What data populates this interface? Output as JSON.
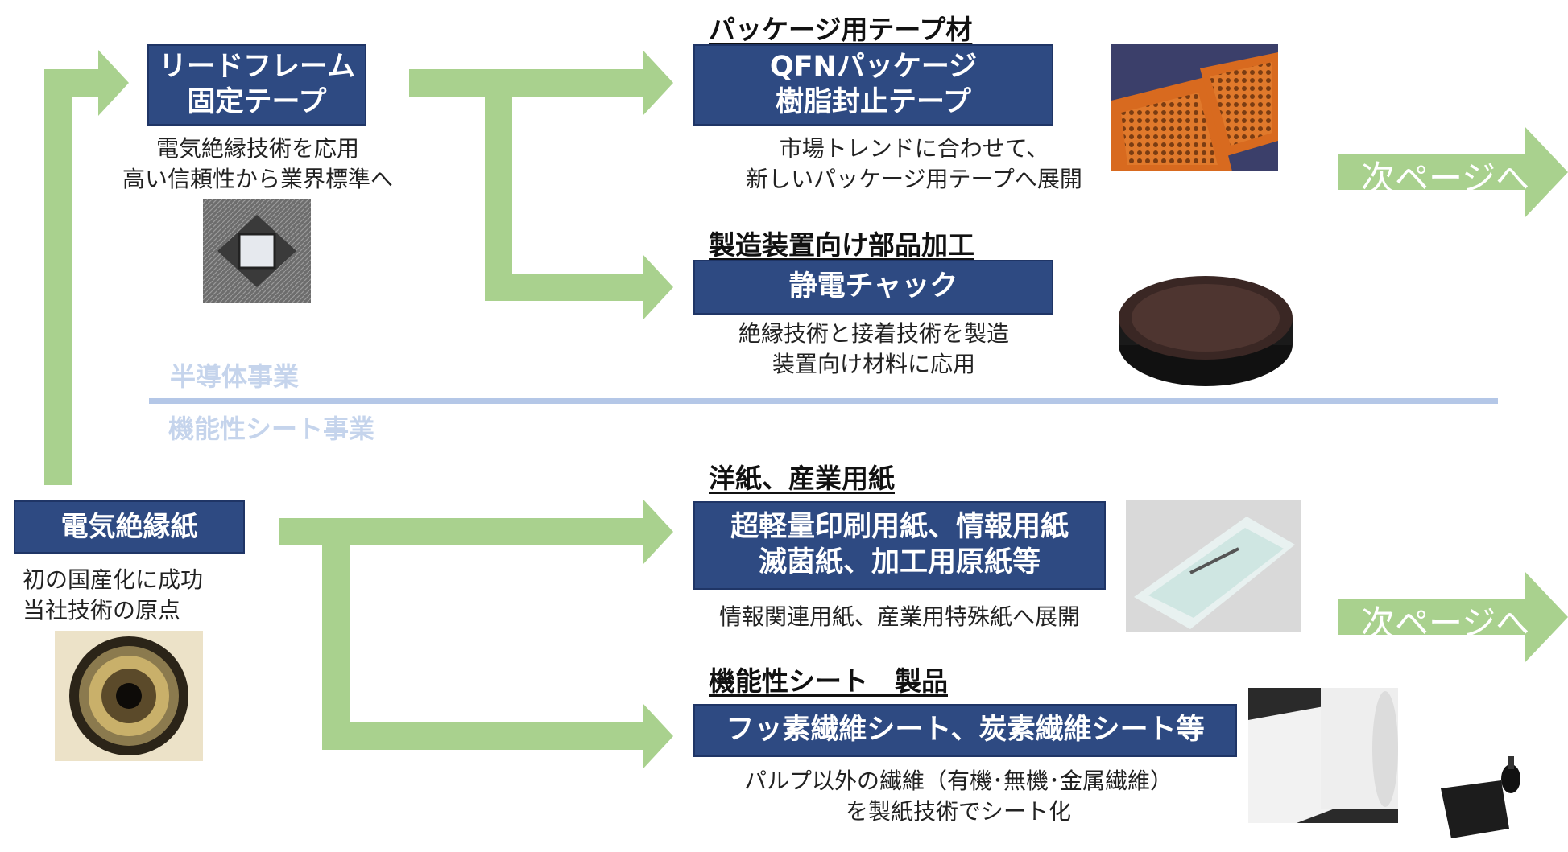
{
  "origin": {
    "box_label": "電気絶縁紙",
    "desc": "初の国産化に成功\n当社技術の原点"
  },
  "lead_frame": {
    "box_label": "リードフレーム\n固定テープ",
    "desc": "電気絶縁技術を応用\n高い信頼性から業界標準へ"
  },
  "semiconductor": {
    "sector_label": "半導体事業",
    "tape": {
      "heading": "パッケージ用テープ材",
      "box_label": "QFNパッケージ\n樹脂封止テープ",
      "desc": "市場トレンドに合わせて、\n新しいパッケージ用テープへ展開"
    },
    "equipment": {
      "heading": "製造装置向け部品加工",
      "box_label": "静電チャック",
      "desc": "絶縁技術と接着技術を製造\n装置向け材料に応用"
    },
    "next_label": "次ページへ"
  },
  "functional": {
    "sector_label": "機能性シート事業",
    "paper": {
      "heading": "洋紙、産業用紙",
      "box_label": "超軽量印刷用紙、情報用紙\n滅菌紙、加工用原紙等",
      "desc": "情報関連用紙、産業用特殊紙へ展開"
    },
    "sheet": {
      "heading": "機能性シート　製品",
      "box_label": "フッ素繊維シート、炭素繊維シート等",
      "desc": "パルプ以外の繊維（有機･無機･金属繊維）\nを製紙技術でシート化"
    },
    "next_label": "次ページへ"
  },
  "colors": {
    "arrow": "#a9d18e",
    "box": "#2e4a82",
    "divider": "#b4c7e7",
    "sector_text": "#c5d4ec"
  }
}
